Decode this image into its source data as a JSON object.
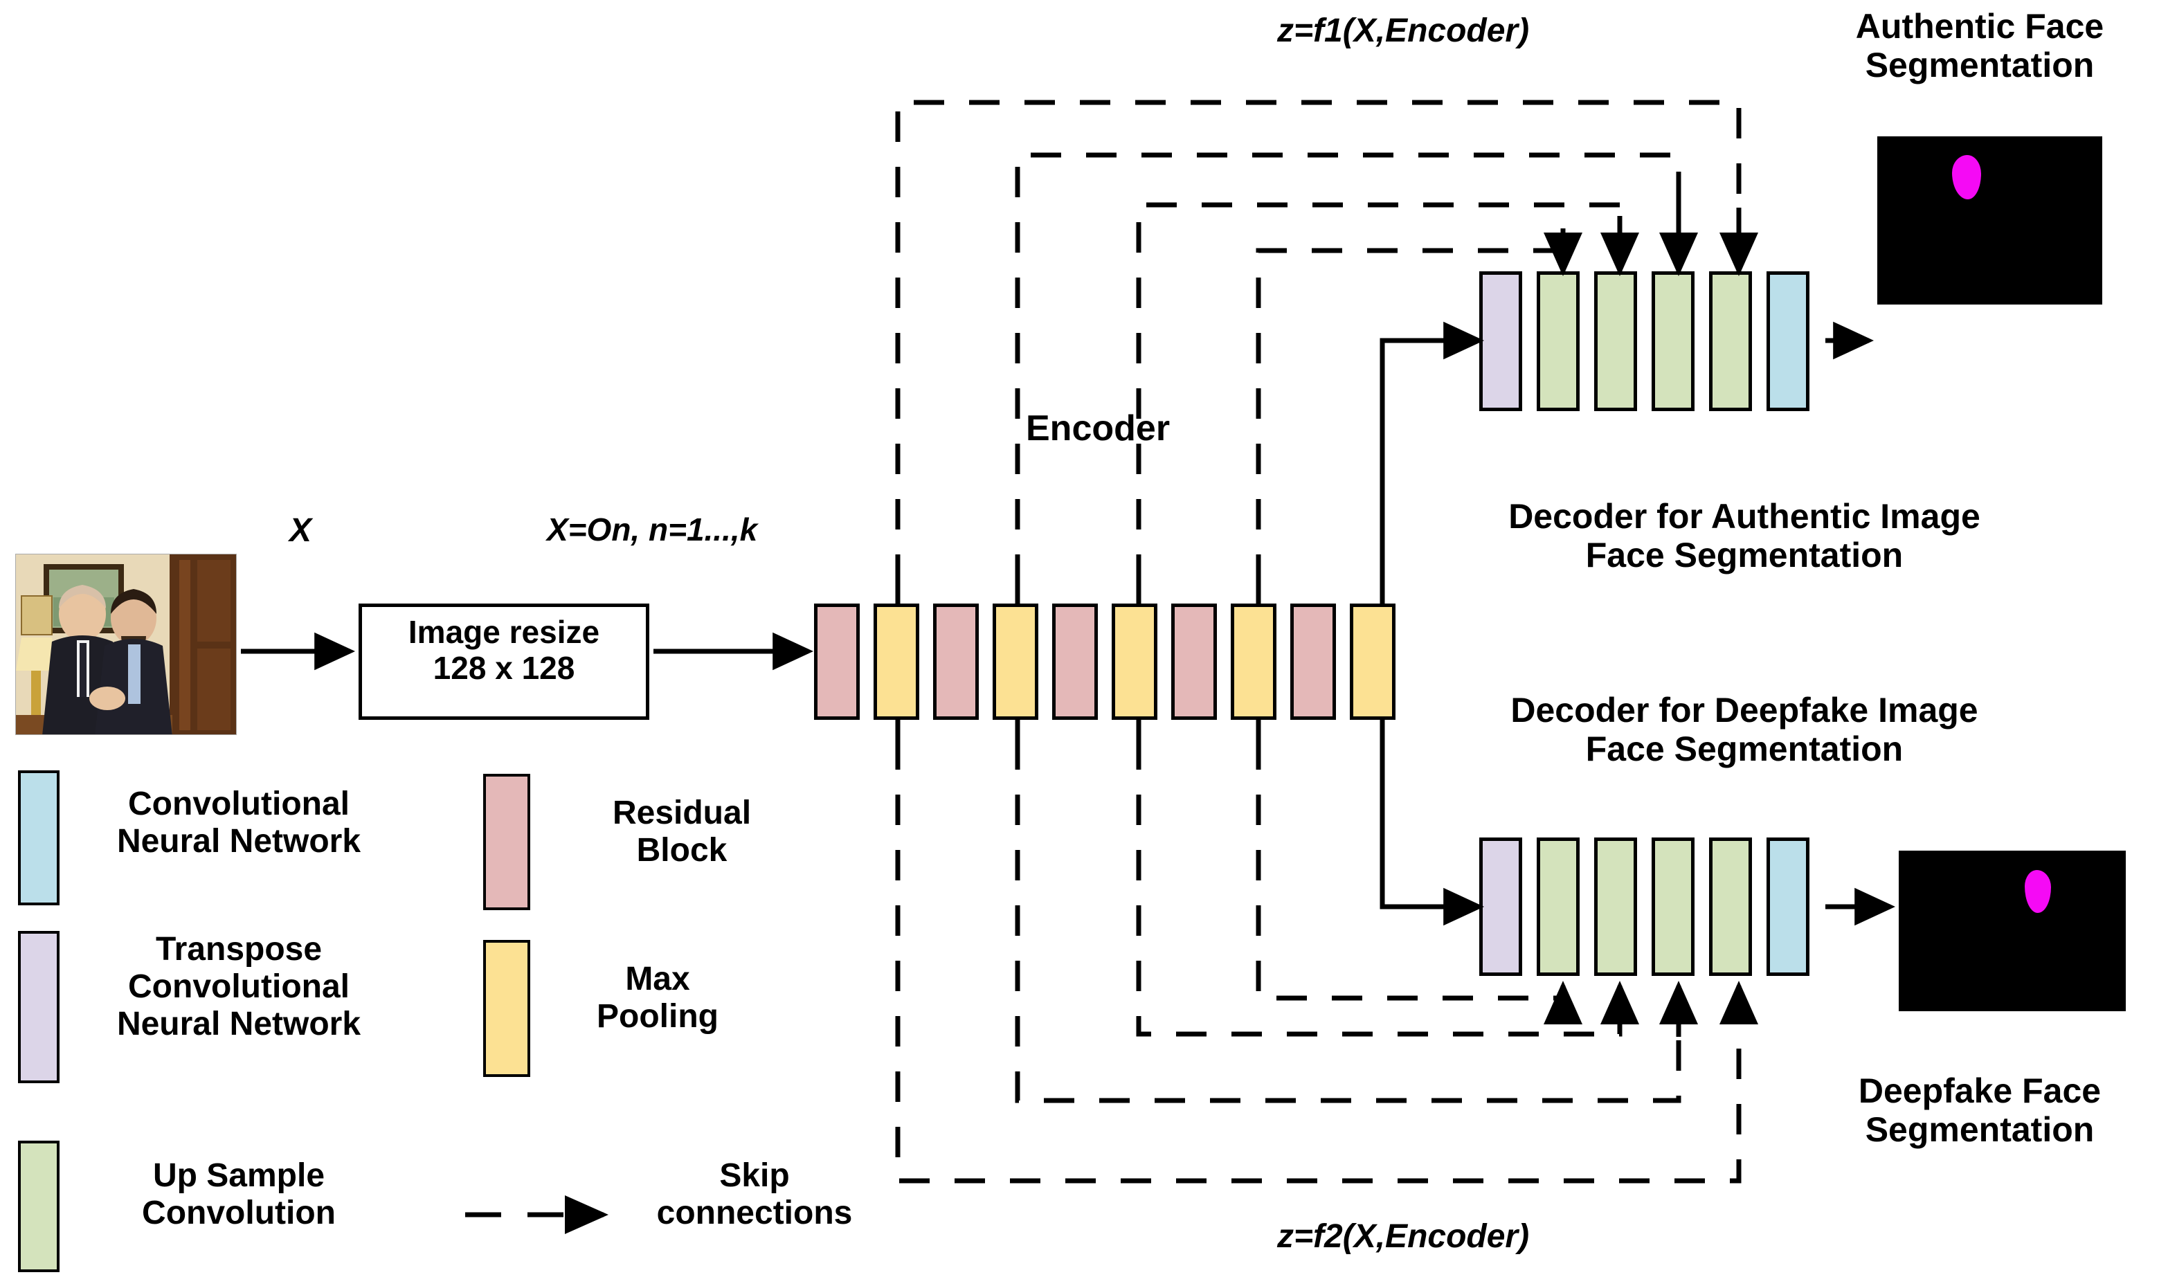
{
  "title": "Deepfake face segmentation encoder-decoder architecture diagram",
  "labels": {
    "input_symbol": "X",
    "resize_block": "Image resize\n128 x 128",
    "encoder_output_symbol": "X=On, n=1...,k",
    "encoder": "Encoder",
    "equation_top": "z=f1(X,Encoder)",
    "equation_bottom": "z=f2(X,Encoder)",
    "decoder_top": "Decoder for Authentic Image\nFace Segmentation",
    "decoder_bottom": "Decoder for Deepfake Image\nFace Segmentation",
    "output_top": "Authentic Face\nSegmentation",
    "output_bottom": "Deepfake Face\nSegmentation"
  },
  "legend": {
    "items": [
      {
        "id": "cnn",
        "color": "#BBDFEA",
        "label": "Convolutional\nNeural Network"
      },
      {
        "id": "transpose-cnn",
        "color": "#DCD5E8",
        "label": "Transpose\nConvolutional\nNeural Network"
      },
      {
        "id": "upsample-conv",
        "color": "#D4E3BC",
        "label": "Up Sample\nConvolution"
      },
      {
        "id": "residual-block",
        "color": "#E4B8B8",
        "label": "Residual\nBlock"
      },
      {
        "id": "max-pooling",
        "color": "#FCE193",
        "label": "Max\nPooling"
      },
      {
        "id": "skip-connections",
        "color": "#000000",
        "label": "Skip\nconnections"
      }
    ]
  },
  "encoder": {
    "blocks": [
      {
        "type": "residual-block",
        "color": "#E4B8B8"
      },
      {
        "type": "max-pooling",
        "color": "#FCE193"
      },
      {
        "type": "residual-block",
        "color": "#E4B8B8"
      },
      {
        "type": "max-pooling",
        "color": "#FCE193"
      },
      {
        "type": "residual-block",
        "color": "#E4B8B8"
      },
      {
        "type": "max-pooling",
        "color": "#FCE193"
      },
      {
        "type": "residual-block",
        "color": "#E4B8B8"
      },
      {
        "type": "max-pooling",
        "color": "#FCE193"
      },
      {
        "type": "residual-block",
        "color": "#E4B8B8"
      },
      {
        "type": "max-pooling",
        "color": "#FCE193"
      }
    ]
  },
  "decoder_top_blocks": [
    {
      "type": "transpose-cnn",
      "color": "#DCD5E8"
    },
    {
      "type": "upsample-conv",
      "color": "#D4E3BC"
    },
    {
      "type": "upsample-conv",
      "color": "#D4E3BC"
    },
    {
      "type": "upsample-conv",
      "color": "#D4E3BC"
    },
    {
      "type": "upsample-conv",
      "color": "#D4E3BC"
    },
    {
      "type": "cnn",
      "color": "#BBDFEA"
    }
  ],
  "decoder_bottom_blocks": [
    {
      "type": "transpose-cnn",
      "color": "#DCD5E8"
    },
    {
      "type": "upsample-conv",
      "color": "#D4E3BC"
    },
    {
      "type": "upsample-conv",
      "color": "#D4E3BC"
    },
    {
      "type": "upsample-conv",
      "color": "#D4E3BC"
    },
    {
      "type": "upsample-conv",
      "color": "#D4E3BC"
    },
    {
      "type": "cnn",
      "color": "#BBDFEA"
    }
  ],
  "colors": {
    "cnn": "#BBDFEA",
    "transpose_cnn": "#DCD5E8",
    "upsample_conv": "#D4E3BC",
    "residual_block": "#E4B8B8",
    "max_pooling": "#FCE193",
    "segmentation_mask": "#F50AF5",
    "segmentation_background": "#000000",
    "stroke": "#000000"
  }
}
